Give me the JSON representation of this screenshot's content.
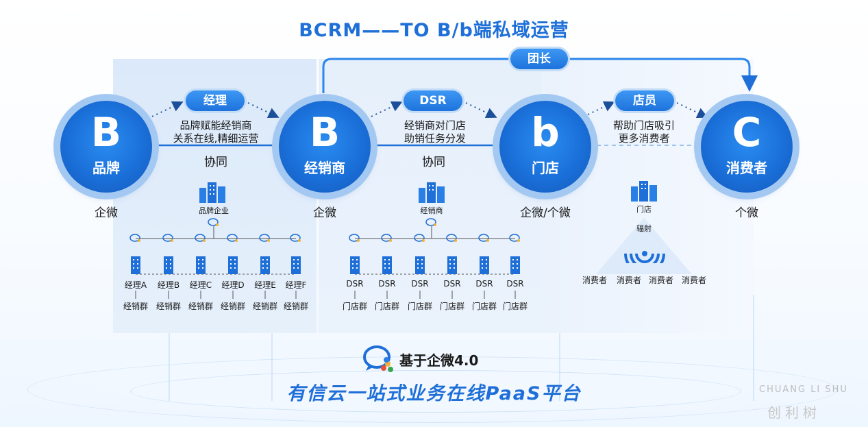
{
  "title": "BCRM——TO B/b端私域运营",
  "colors": {
    "primary": "#1f6fd8",
    "node": "#1a6fd8",
    "panel": "#dbe9fa"
  },
  "nodes": [
    {
      "letter": "B",
      "label": "品牌",
      "channel": "企微"
    },
    {
      "letter": "B",
      "label": "经销商",
      "channel": "企微"
    },
    {
      "letter": "b",
      "label": "门店",
      "channel": "企微/个微"
    },
    {
      "letter": "C",
      "label": "消费者",
      "channel": "个微"
    }
  ],
  "roles": {
    "manager": "经理",
    "dsr": "DSR",
    "clerk": "店员",
    "leader": "团长"
  },
  "links": {
    "brand_dealer_line1": "品牌赋能经销商",
    "brand_dealer_line2": "关系在线,精细运营",
    "brand_dealer_collab": "协同",
    "dealer_store_line1": "经销商对门店",
    "dealer_store_line2": "助销任务分发",
    "dealer_store_collab": "协同",
    "store_consumer_line1": "帮助门店吸引",
    "store_consumer_line2": "更多消费者"
  },
  "brand_tree": {
    "root": "品牌企业",
    "leaves": [
      "经理A",
      "经理B",
      "经理C",
      "经理D",
      "经理E",
      "经理F"
    ],
    "group": "经销群"
  },
  "dealer_tree": {
    "root": "经销商",
    "leaves": [
      "DSR",
      "DSR",
      "DSR",
      "DSR",
      "DSR",
      "DSR"
    ],
    "group": "门店群"
  },
  "store_tree": {
    "root": "门店",
    "radiate": "辐射",
    "consumers": [
      "消费者",
      "消费者",
      "消费者",
      "消费者"
    ]
  },
  "basis": "基于企微4.0",
  "platform": "有信云一站式业务在线PaaS平台",
  "watermark": {
    "latin": "CHUANG LI SHU",
    "chinese": "创利树"
  }
}
